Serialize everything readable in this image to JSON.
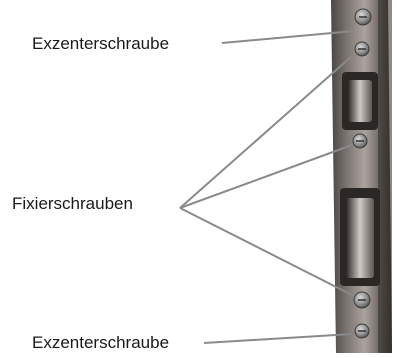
{
  "labels": {
    "eccentric_screw_top": "Exzenterschraube",
    "fixing_screws": "Fixierschrauben",
    "eccentric_screw_bottom": "Exzenterschraube"
  },
  "colors": {
    "leader_line": "#8a8a8a",
    "rail_dark": "#3a3634",
    "rail_mid": "#6f6864",
    "rail_light": "#b9b2ad",
    "screw": "#8f8f8f"
  }
}
